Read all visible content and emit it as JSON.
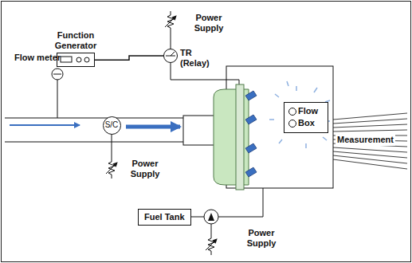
{
  "diagram": {
    "nodes": [
      {
        "text": [
          "Function Generator"
        ]
      },
      {
        "text": [
          "TR (Relay)"
        ]
      },
      {
        "text": [
          "Flow meter"
        ]
      },
      {
        "text": [
          "Flow Box"
        ]
      },
      {
        "text": [
          "S/C"
        ]
      },
      {
        "text": [
          "Fuel Tank"
        ]
      }
    ],
    "edges": [
      {
        "from": 0,
        "to": 1,
        "arrow": "none"
      }
    ],
    "labels": [
      "Power Supply",
      "Power Supply",
      "Power Supply",
      "Measurement"
    ]
  }
}
